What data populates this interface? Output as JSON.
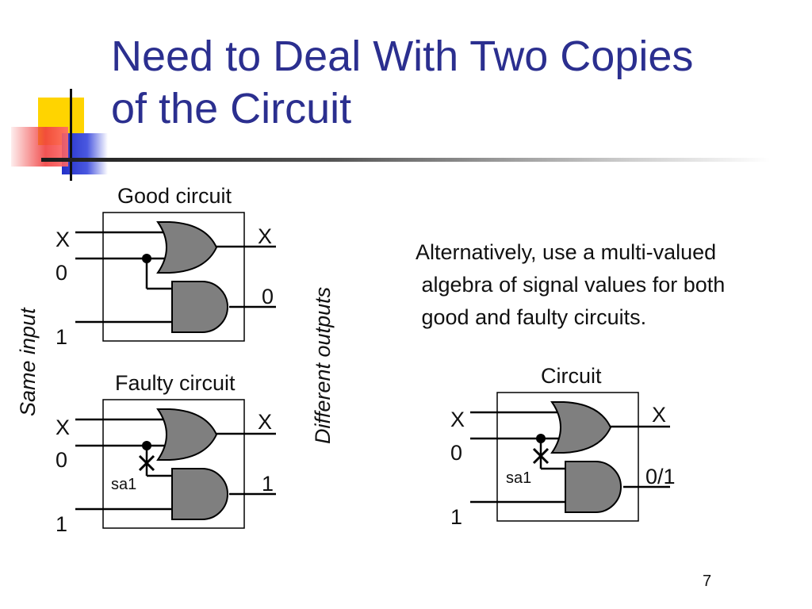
{
  "slide": {
    "title_lines": [
      "Need to Deal With Two Copies",
      "of the Circuit"
    ],
    "page_number": "7"
  },
  "good": {
    "label": "Good circuit",
    "in_top": "X",
    "in_mid": "0",
    "in_bot": "1",
    "out_top": "X",
    "out_bot": "0"
  },
  "faulty": {
    "label": "Faulty circuit",
    "in_top": "X",
    "in_mid": "0",
    "in_bot": "1",
    "out_top": "X",
    "out_bot": "1",
    "fault": "sa1"
  },
  "side_labels": {
    "same_input": "Same input",
    "different_outputs": "Different outputs"
  },
  "alt": {
    "lines": [
      "Alternatively, use a multi-valued",
      " algebra of signal values for both",
      " good and faulty circuits."
    ],
    "circuit": {
      "label": "Circuit",
      "in_top": "X",
      "in_mid": "0",
      "in_bot": "1",
      "out_top": "X",
      "out_bot": "0/1",
      "fault": "sa1"
    }
  },
  "colors": {
    "title": "#2b2f8f",
    "gate_fill": "#7f7f7f",
    "deco_yellow": "#ffd400",
    "deco_blue": "#2230c8",
    "deco_red": "#f04040"
  }
}
